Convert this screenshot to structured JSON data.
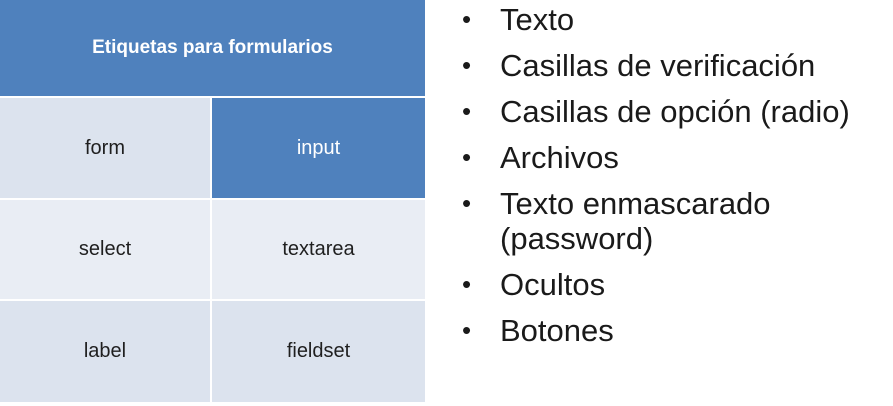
{
  "table": {
    "header": "Etiquetas para formularios",
    "rows": [
      [
        "form",
        "input"
      ],
      [
        "select",
        "textarea"
      ],
      [
        "label",
        "fieldset"
      ]
    ]
  },
  "bullets": [
    "Texto",
    "Casillas de verificación",
    "Casillas de opción (radio)",
    "Archivos",
    "Texto enmascarado (password)",
    "Ocultos",
    "Botones"
  ],
  "colors": {
    "accent": "#4f81bd",
    "cell_light": "#dce3ee",
    "cell_lighter": "#e9edf4",
    "text": "#1a1a1a"
  }
}
